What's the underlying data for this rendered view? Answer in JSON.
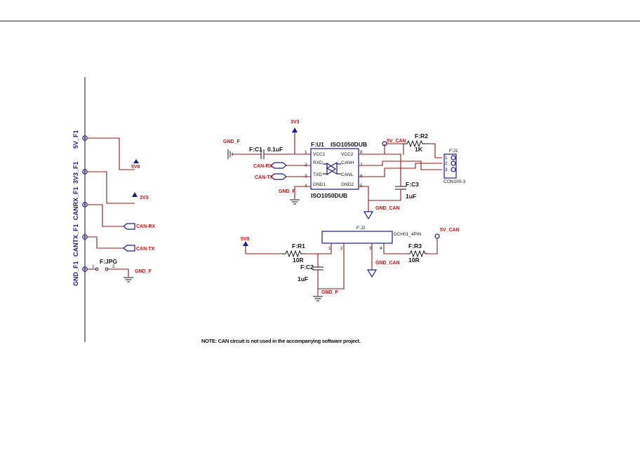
{
  "left_connector": {
    "ports": [
      {
        "name": "5V_F1"
      },
      {
        "name": "3V3_F1"
      },
      {
        "name": "CANRX_F1"
      },
      {
        "name": "CANTX_F1"
      },
      {
        "name": "GND_F1"
      }
    ],
    "power_5v0": "5V0",
    "power_3v3": "3V3",
    "can_rx": "CAN-RX",
    "can_tx": "CAN-TX",
    "jumper_ref": "F:JPG",
    "jumper_pin1": "1",
    "jumper_pin2": "2",
    "gnd_f": "GND_F"
  },
  "transceiver": {
    "ref": "F:U1",
    "part_top": "ISO1050DUB",
    "part_bottom": "ISO1050DUB",
    "pins_left": [
      {
        "num": "1",
        "name": "VCC1"
      },
      {
        "num": "2",
        "name": "RXD"
      },
      {
        "num": "3",
        "name": "TXD"
      },
      {
        "num": "4",
        "name": "GND1"
      }
    ],
    "pins_right": [
      {
        "num": "8",
        "name": "VCC2"
      },
      {
        "num": "7",
        "name": "CANH"
      },
      {
        "num": "6",
        "name": "CANL"
      },
      {
        "num": "5",
        "name": "GND2"
      }
    ],
    "power_3v3": "3V3",
    "gnd_f_top": "GND_F",
    "gnd_f_bottom": "GND_F",
    "can_rx": "CAN-RX",
    "can_tx": "CAN-TX"
  },
  "c1": {
    "ref": "F:C1",
    "value": "0.1uF"
  },
  "r2": {
    "ref": "F:R2",
    "value": "1K"
  },
  "c3": {
    "ref": "F:C3",
    "value": "1uF"
  },
  "net_5v_can_top": "5V_CAN",
  "gnd_can_top": "GND_CAN",
  "j1": {
    "ref": "F:J1",
    "part": "CON100-3",
    "pins": [
      "1",
      "2",
      "3"
    ]
  },
  "j2": {
    "ref": "F:J2",
    "part": "DCH01_4PIN",
    "pins": [
      "1",
      "2",
      "3",
      "4"
    ]
  },
  "r1": {
    "ref": "F:R1",
    "value": "10R"
  },
  "c2": {
    "ref": "F:C2",
    "value": "1uF"
  },
  "r3": {
    "ref": "F:R3",
    "value": "10R"
  },
  "net_5v0_bottom": "5V0",
  "net_5v_can_bottom": "5V_CAN",
  "gnd_can_bottom": "GND_CAN",
  "gnd_f_bottom": "GND_F",
  "note": "NOTE: CAN circuit is not used in the accompanying software project."
}
